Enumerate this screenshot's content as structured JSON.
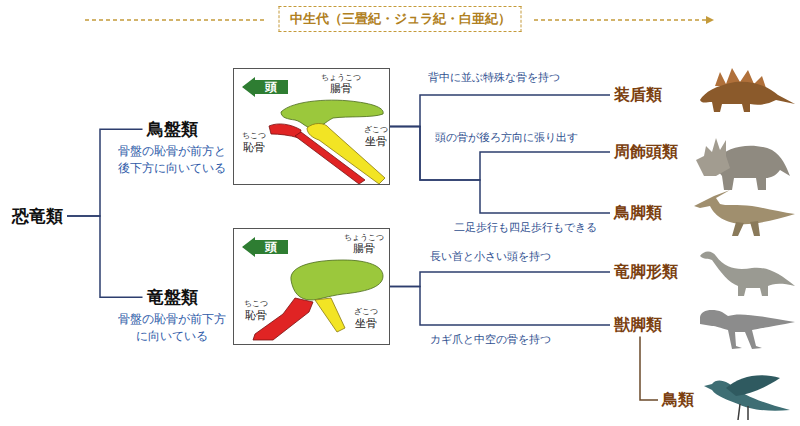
{
  "diagram": {
    "title": "中生代（三畳紀・ジュラ紀・白亜紀）",
    "nodes": [
      {
        "text": [
          "恐竜類"
        ]
      },
      {
        "text": [
          "鳥盤類",
          "骨盤の恥骨が前方と後下方に向いている"
        ]
      },
      {
        "text": [
          "ちょうこつ",
          "腸骨",
          "ちこつ",
          "恥骨",
          "ざこつ",
          "坐骨"
        ]
      },
      {
        "text": [
          "頭"
        ],
        "in": 2
      },
      {
        "text": [
          "装盾類"
        ]
      },
      {
        "text": [
          "周飾頭類"
        ]
      },
      {
        "text": [
          "鳥脚類"
        ]
      },
      {
        "text": [
          "竜盤類",
          "骨盤の恥骨が前下方に向いている"
        ]
      },
      {
        "text": [
          "ちょうこつ",
          "腸骨",
          "ちこつ",
          "恥骨",
          "ざこつ",
          "坐骨"
        ]
      },
      {
        "text": [
          "頭"
        ],
        "in": 8
      },
      {
        "text": [
          "竜脚形類"
        ]
      },
      {
        "text": [
          "獣脚類"
        ]
      },
      {
        "text": [
          "鳥類"
        ]
      }
    ],
    "edges": [
      {
        "from": 0,
        "to": 1,
        "arrow": "none"
      },
      {
        "from": 0,
        "to": 7,
        "arrow": "none"
      },
      {
        "from": 2,
        "to": 4,
        "label": "背中に並ぶ特殊な骨を持つ",
        "arrow": "none"
      },
      {
        "from": 2,
        "to": 5,
        "label": "頭の骨が後ろ方向に張り出す",
        "arrow": "none"
      },
      {
        "from": 2,
        "to": 6,
        "label": "二足歩行も四足歩行もできる",
        "arrow": "none"
      },
      {
        "from": 8,
        "to": 10,
        "label": "長い首と小さい頭を持つ",
        "arrow": "none"
      },
      {
        "from": 8,
        "to": 11,
        "label": "カギ爪と中空の骨を持つ",
        "arrow": "none"
      },
      {
        "from": 11,
        "to": 12,
        "arrow": "none"
      }
    ]
  }
}
